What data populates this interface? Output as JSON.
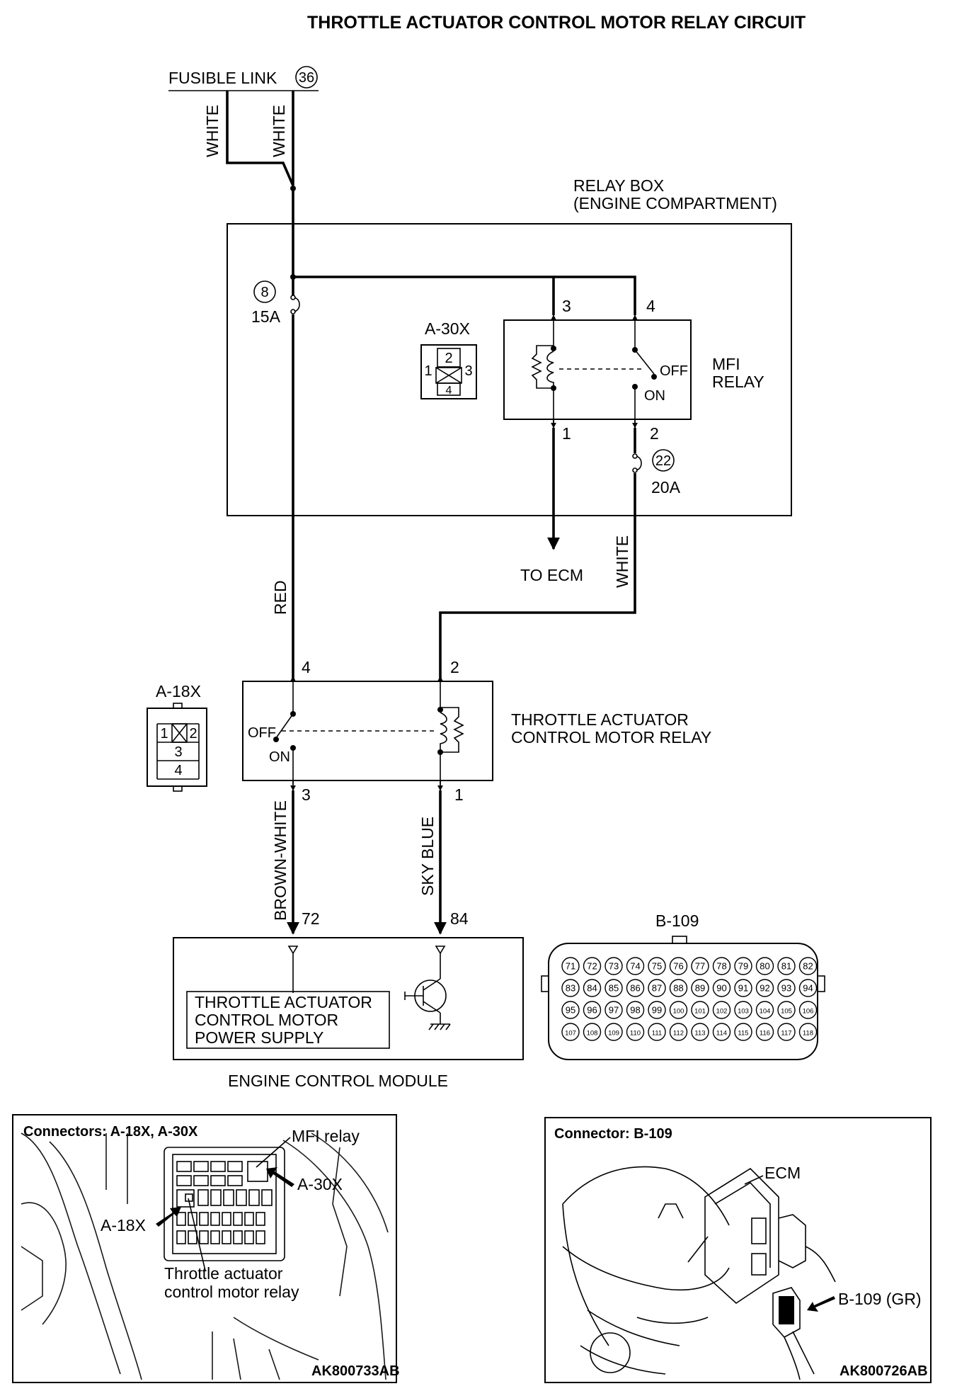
{
  "title": "THROTTLE ACTUATOR CONTROL MOTOR RELAY CIRCUIT",
  "fusible_link": {
    "label": "FUSIBLE LINK",
    "number": "36"
  },
  "wire_colors": {
    "fusible_left": "WHITE",
    "fusible_right": "WHITE",
    "red": "RED",
    "white_fuse22": "WHITE",
    "brown_white": "BROWN-WHITE",
    "sky_blue": "SKY BLUE"
  },
  "relay_box": {
    "line1": "RELAY BOX",
    "line2": "(ENGINE COMPARTMENT)"
  },
  "fuse8": {
    "number": "8",
    "rating": "15A"
  },
  "fuse22": {
    "number": "22",
    "rating": "20A"
  },
  "connector_a30x": {
    "label": "A-30X",
    "pins": [
      "1",
      "2",
      "3",
      "4"
    ]
  },
  "mfi_relay": {
    "line1": "MFI",
    "line2": "RELAY",
    "pins": {
      "p3": "3",
      "p4": "4",
      "p1": "1",
      "p2": "2"
    },
    "off": "OFF",
    "on": "ON"
  },
  "to_ecm": "TO ECM",
  "connector_a18x": {
    "label": "A-18X",
    "pins": [
      "1",
      "2",
      "3",
      "4"
    ]
  },
  "tac_relay": {
    "line1": "THROTTLE ACTUATOR",
    "line2": "CONTROL MOTOR RELAY",
    "pins": {
      "p4": "4",
      "p2": "2",
      "p3": "3",
      "p1": "1"
    },
    "off": "OFF",
    "on": "ON"
  },
  "ecm": {
    "label": "ENGINE CONTROL MODULE",
    "pin72": "72",
    "pin84": "84",
    "power_line1": "THROTTLE ACTUATOR",
    "power_line2": "CONTROL MOTOR",
    "power_line3": "POWER SUPPLY"
  },
  "connector_b109": {
    "label": "B-109",
    "rows": [
      [
        "71",
        "72",
        "73",
        "74",
        "75",
        "76",
        "77",
        "78",
        "79",
        "80",
        "81",
        "82"
      ],
      [
        "83",
        "84",
        "85",
        "86",
        "87",
        "88",
        "89",
        "90",
        "91",
        "92",
        "93",
        "94"
      ],
      [
        "95",
        "96",
        "97",
        "98",
        "99",
        "100",
        "101",
        "102",
        "103",
        "104",
        "105",
        "106"
      ],
      [
        "107",
        "108",
        "109",
        "110",
        "111",
        "112",
        "113",
        "114",
        "115",
        "116",
        "117",
        "118"
      ]
    ]
  },
  "panel_left": {
    "title": "Connectors: A-18X, A-30X",
    "mfi_relay": "MFI relay",
    "a30x": "A-30X",
    "a18x": "A-18X",
    "tac_line1": "Throttle actuator",
    "tac_line2": "control motor relay",
    "code": "AK800733AB"
  },
  "panel_right": {
    "title": "Connector: B-109",
    "ecm": "ECM",
    "b109": "B-109 (GR)",
    "code": "AK800726AB"
  }
}
